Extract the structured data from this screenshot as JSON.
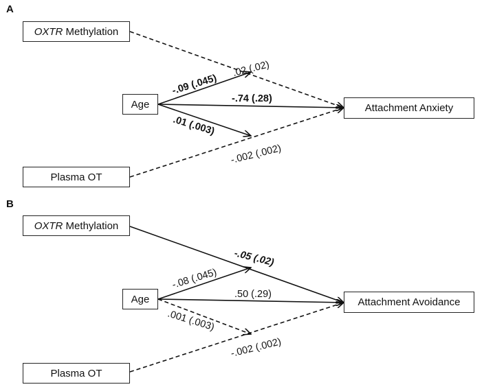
{
  "panels": [
    {
      "label": "A",
      "nodes": {
        "oxtr": {
          "italic": "OXTR",
          "rest": " Methylation"
        },
        "age": "Age",
        "plasma": "Plasma OT",
        "outcome": "Attachment Anxiety"
      },
      "paths": {
        "oxtr_outcome": ".02 (.02)",
        "age_oxtr": "-.09 (.045)",
        "age_outcome": "-.74 (.28)",
        "age_plasma": ".01 (.003)",
        "plasma_outcome": "-.002 (.002)"
      }
    },
    {
      "label": "B",
      "nodes": {
        "oxtr": {
          "italic": "OXTR",
          "rest": " Methylation"
        },
        "age": "Age",
        "plasma": "Plasma OT",
        "outcome": "Attachment Avoidance"
      },
      "paths": {
        "oxtr_outcome": "-.05 (.02)",
        "age_oxtr": "-.08 (.045)",
        "age_outcome": ".50 (.29)",
        "age_plasma": ".001 (.003)",
        "plasma_outcome": "-.002 (.002)"
      }
    }
  ]
}
